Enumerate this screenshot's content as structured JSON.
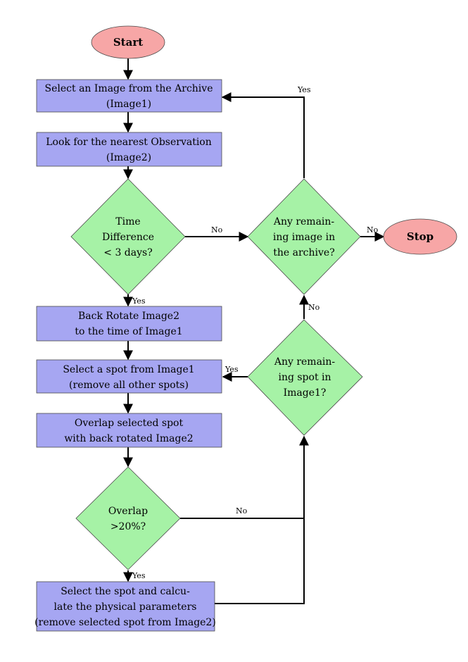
{
  "nodes": {
    "start": {
      "lines": [
        "Start"
      ]
    },
    "select_image": {
      "lines": [
        "Select an Image from the Archive",
        "(Image1)"
      ]
    },
    "nearest_obs": {
      "lines": [
        "Look for the nearest Observation",
        "(Image2)"
      ]
    },
    "time_diff": {
      "lines": [
        "Time",
        "Difference",
        "< 3 days?"
      ]
    },
    "remaining_image": {
      "lines": [
        "Any remain-",
        "ing image in",
        "the archive?"
      ]
    },
    "stop": {
      "lines": [
        "Stop"
      ]
    },
    "back_rotate": {
      "lines": [
        "Back Rotate Image2",
        "to the time of Image1"
      ]
    },
    "select_spot": {
      "lines": [
        "Select a spot from Image1",
        "(remove all other spots)"
      ]
    },
    "remaining_spot": {
      "lines": [
        "Any remain-",
        "ing spot in",
        "Image1?"
      ]
    },
    "overlap_spot": {
      "lines": [
        "Overlap selected spot",
        "with back rotated Image2"
      ]
    },
    "overlap_check": {
      "lines": [
        "Overlap",
        ">20%?"
      ]
    },
    "calc": {
      "lines": [
        "Select the spot and calcu-",
        "late the physical parameters",
        "(remove selected spot from Image2)"
      ]
    }
  },
  "edge_labels": {
    "yes_archive": "Yes",
    "no_time": "No",
    "no_stop": "No",
    "yes_time": "Yes",
    "no_remaining_spot": "No",
    "yes_remaining_spot": "Yes",
    "no_overlap": "No",
    "yes_overlap": "Yes"
  }
}
